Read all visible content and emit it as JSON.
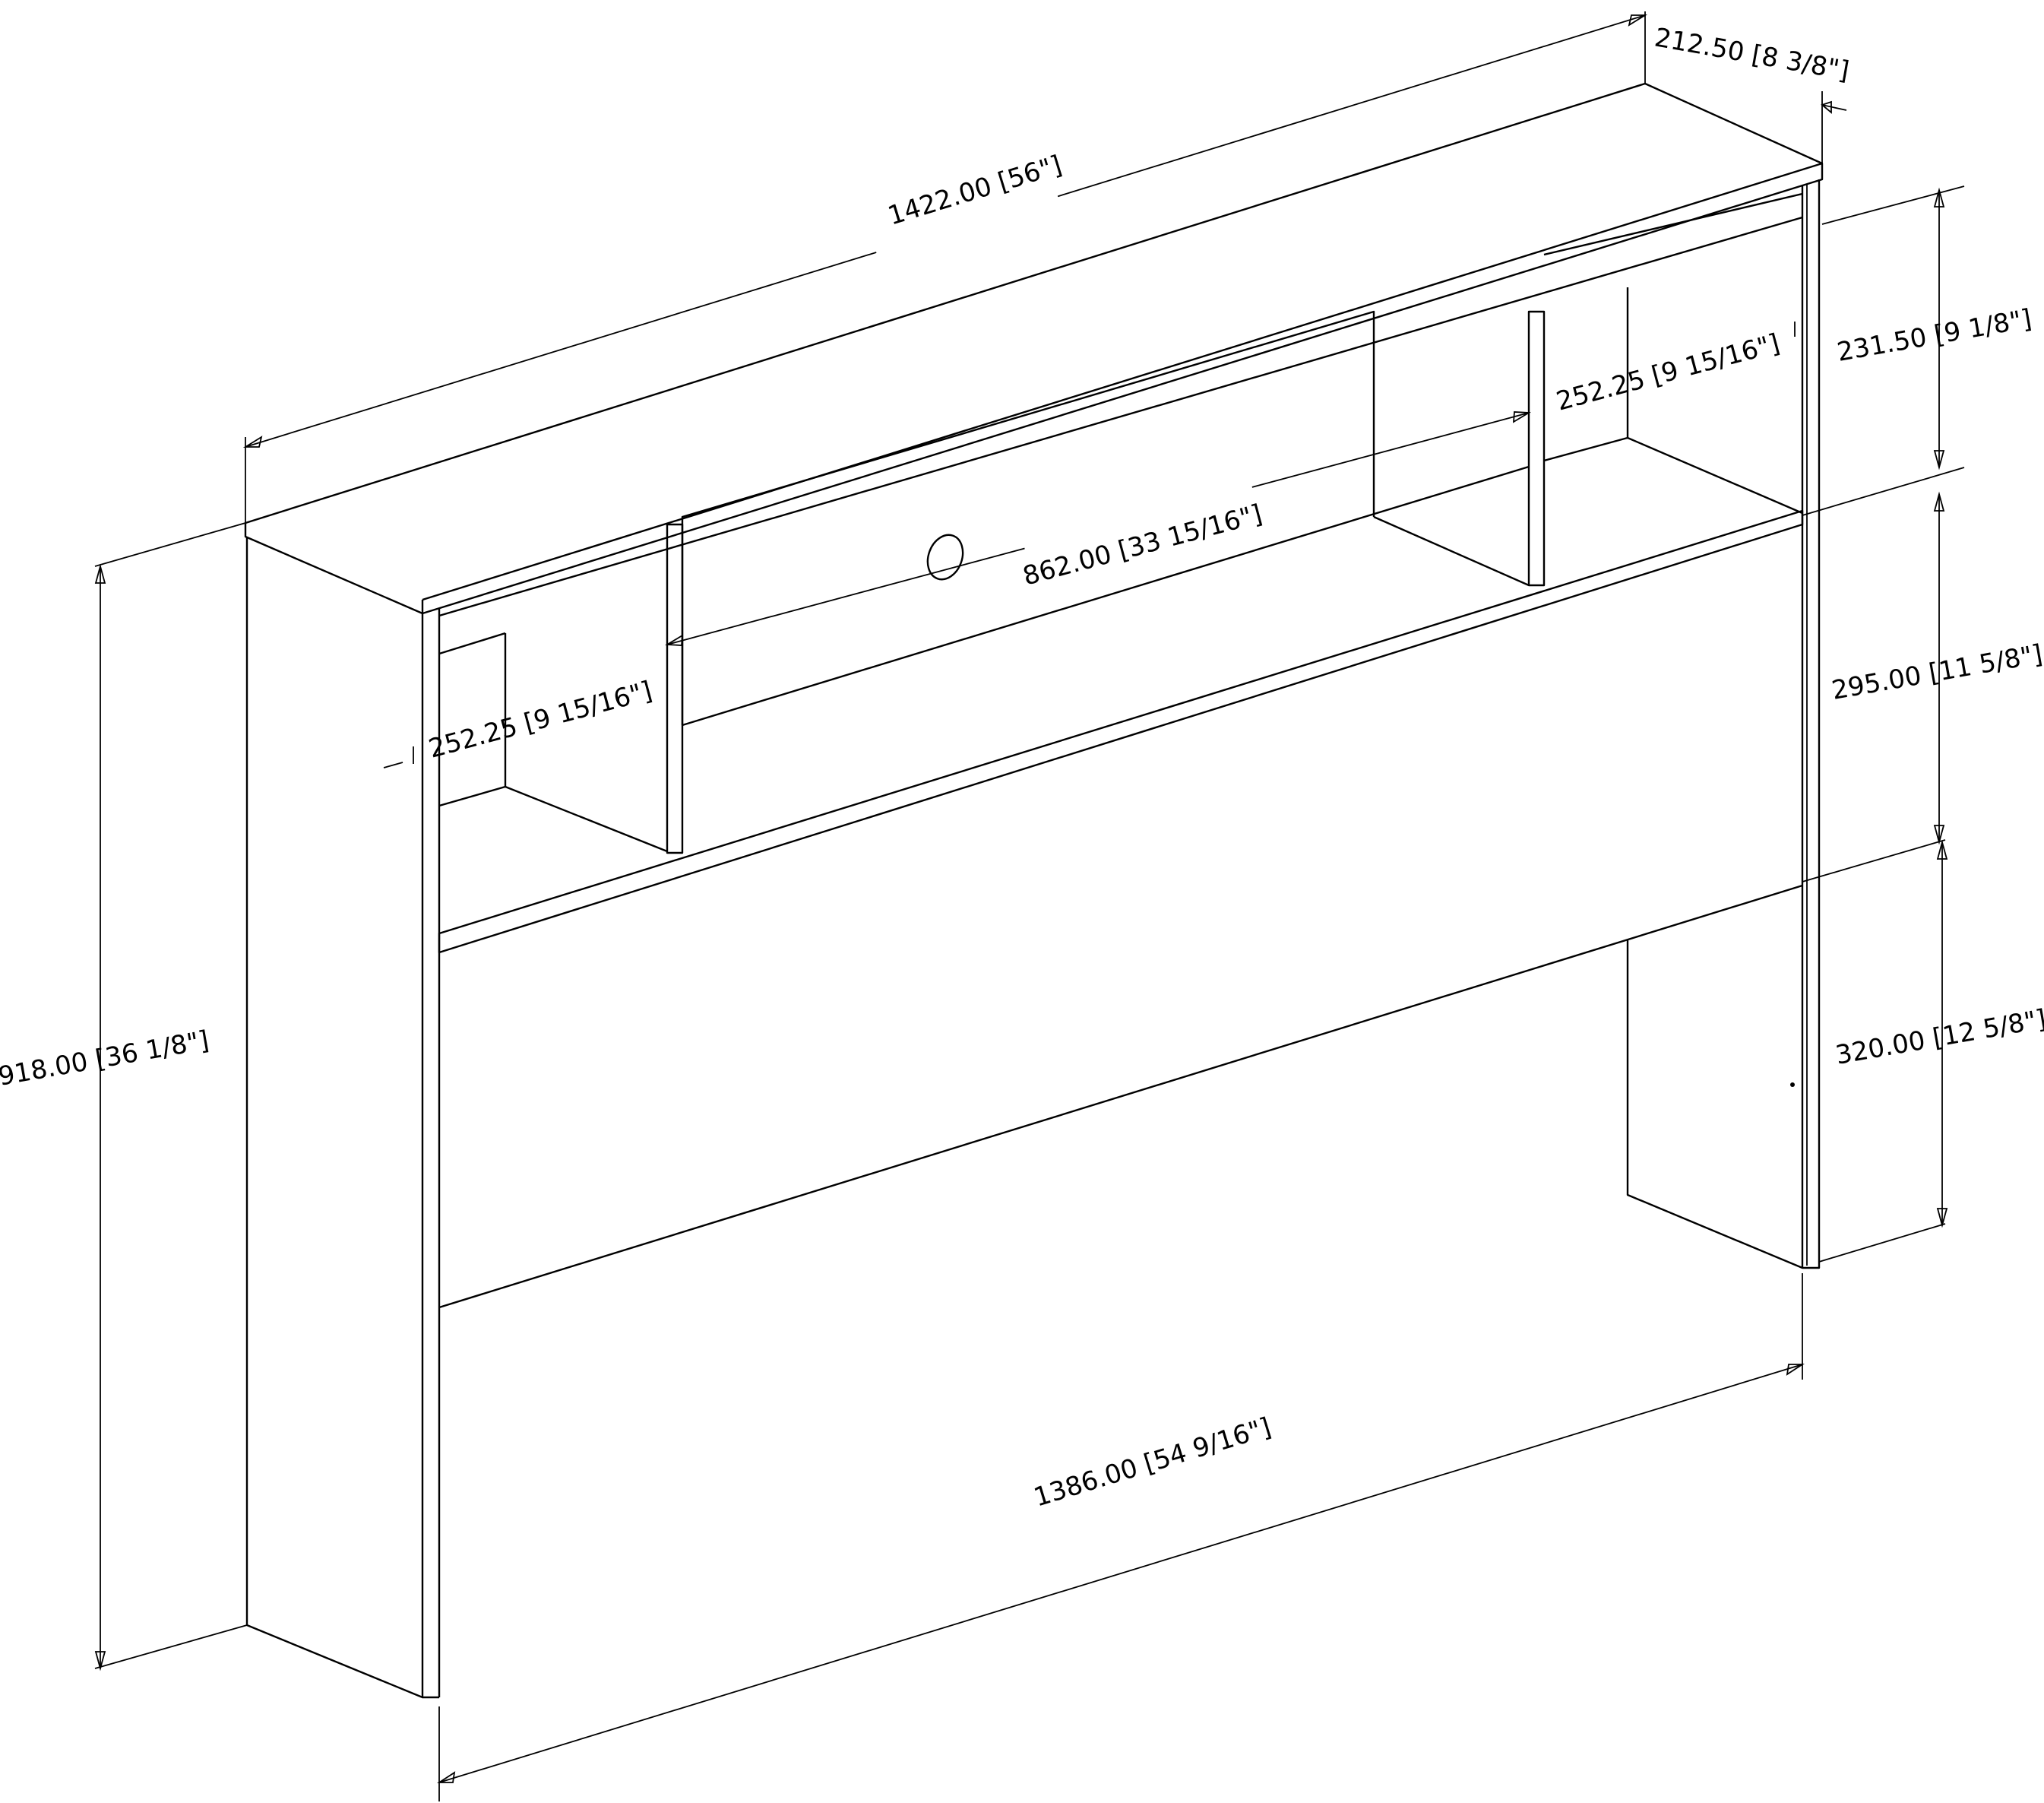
{
  "dimensions": {
    "overall_width": "1422.00 [56\"]",
    "overall_depth": "212.50 [8 3/8\"]",
    "upper_height": "231.50 [9 1/8\"]",
    "middle_height": "295.00 [11 5/8\"]",
    "lower_height": "320.00 [12 5/8\"]",
    "overall_height": "918.00 [36 1/8\"]",
    "inner_width": "1386.00 [54 9/16\"]",
    "center_opening": "862.00 [33 15/16\"]",
    "left_cubby": "252.25 [9 15/16\"]",
    "right_cubby": "252.25 [9 15/16\"]"
  }
}
